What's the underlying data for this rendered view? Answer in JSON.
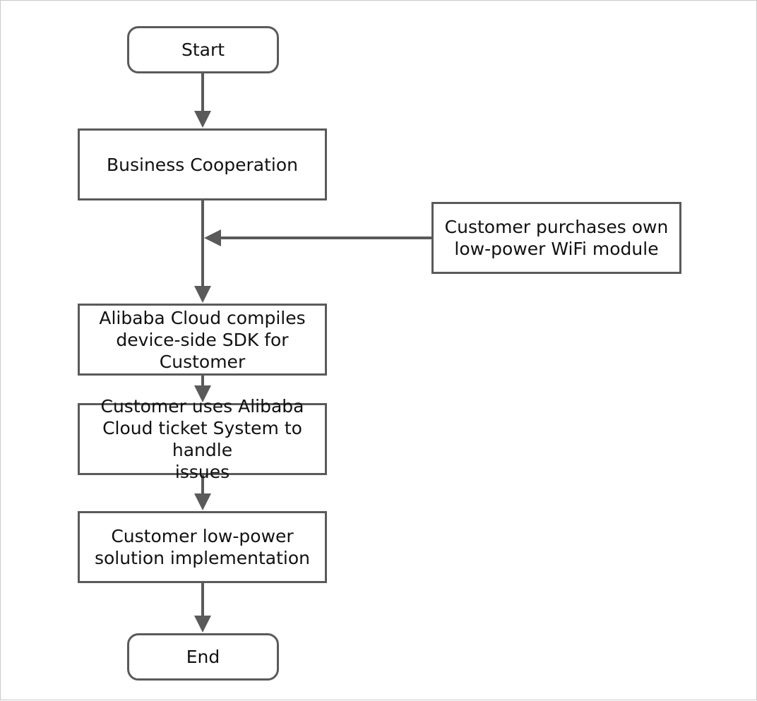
{
  "diagram": {
    "start": "Start",
    "business_cooperation": "Business Cooperation",
    "purchase_module": [
      "Customer purchases own",
      "low-power WiFi module"
    ],
    "compile_sdk": [
      "Alibaba Cloud compiles",
      "device-side SDK for Customer"
    ],
    "ticket_system": [
      "Customer uses Alibaba",
      "Cloud ticket System to handle",
      "issues"
    ],
    "implementation": [
      "Customer low-power",
      "solution implementation"
    ],
    "end": "End"
  },
  "colors": {
    "stroke": "#5a5a5a",
    "text": "#111111",
    "frame": "#c9c9c9"
  }
}
